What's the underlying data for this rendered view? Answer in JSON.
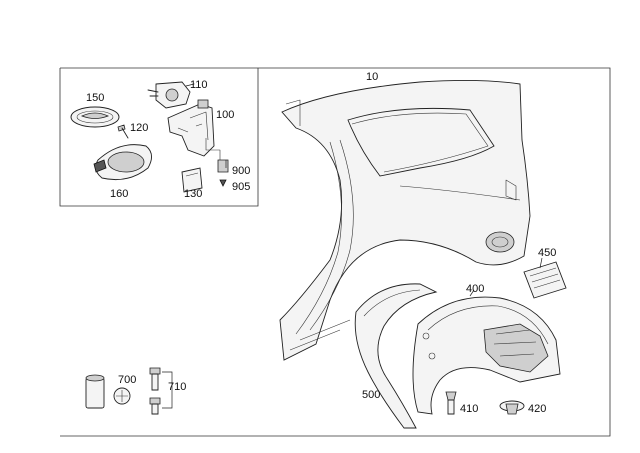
{
  "labels": {
    "p10": "10",
    "p100": "100",
    "p110": "110",
    "p120": "120",
    "p130": "130",
    "p150": "150",
    "p160": "160",
    "p400": "400",
    "p410": "410",
    "p420": "420",
    "p450": "450",
    "p500": "500",
    "p700": "700",
    "p710": "710",
    "p900": "900",
    "p905": "905"
  }
}
